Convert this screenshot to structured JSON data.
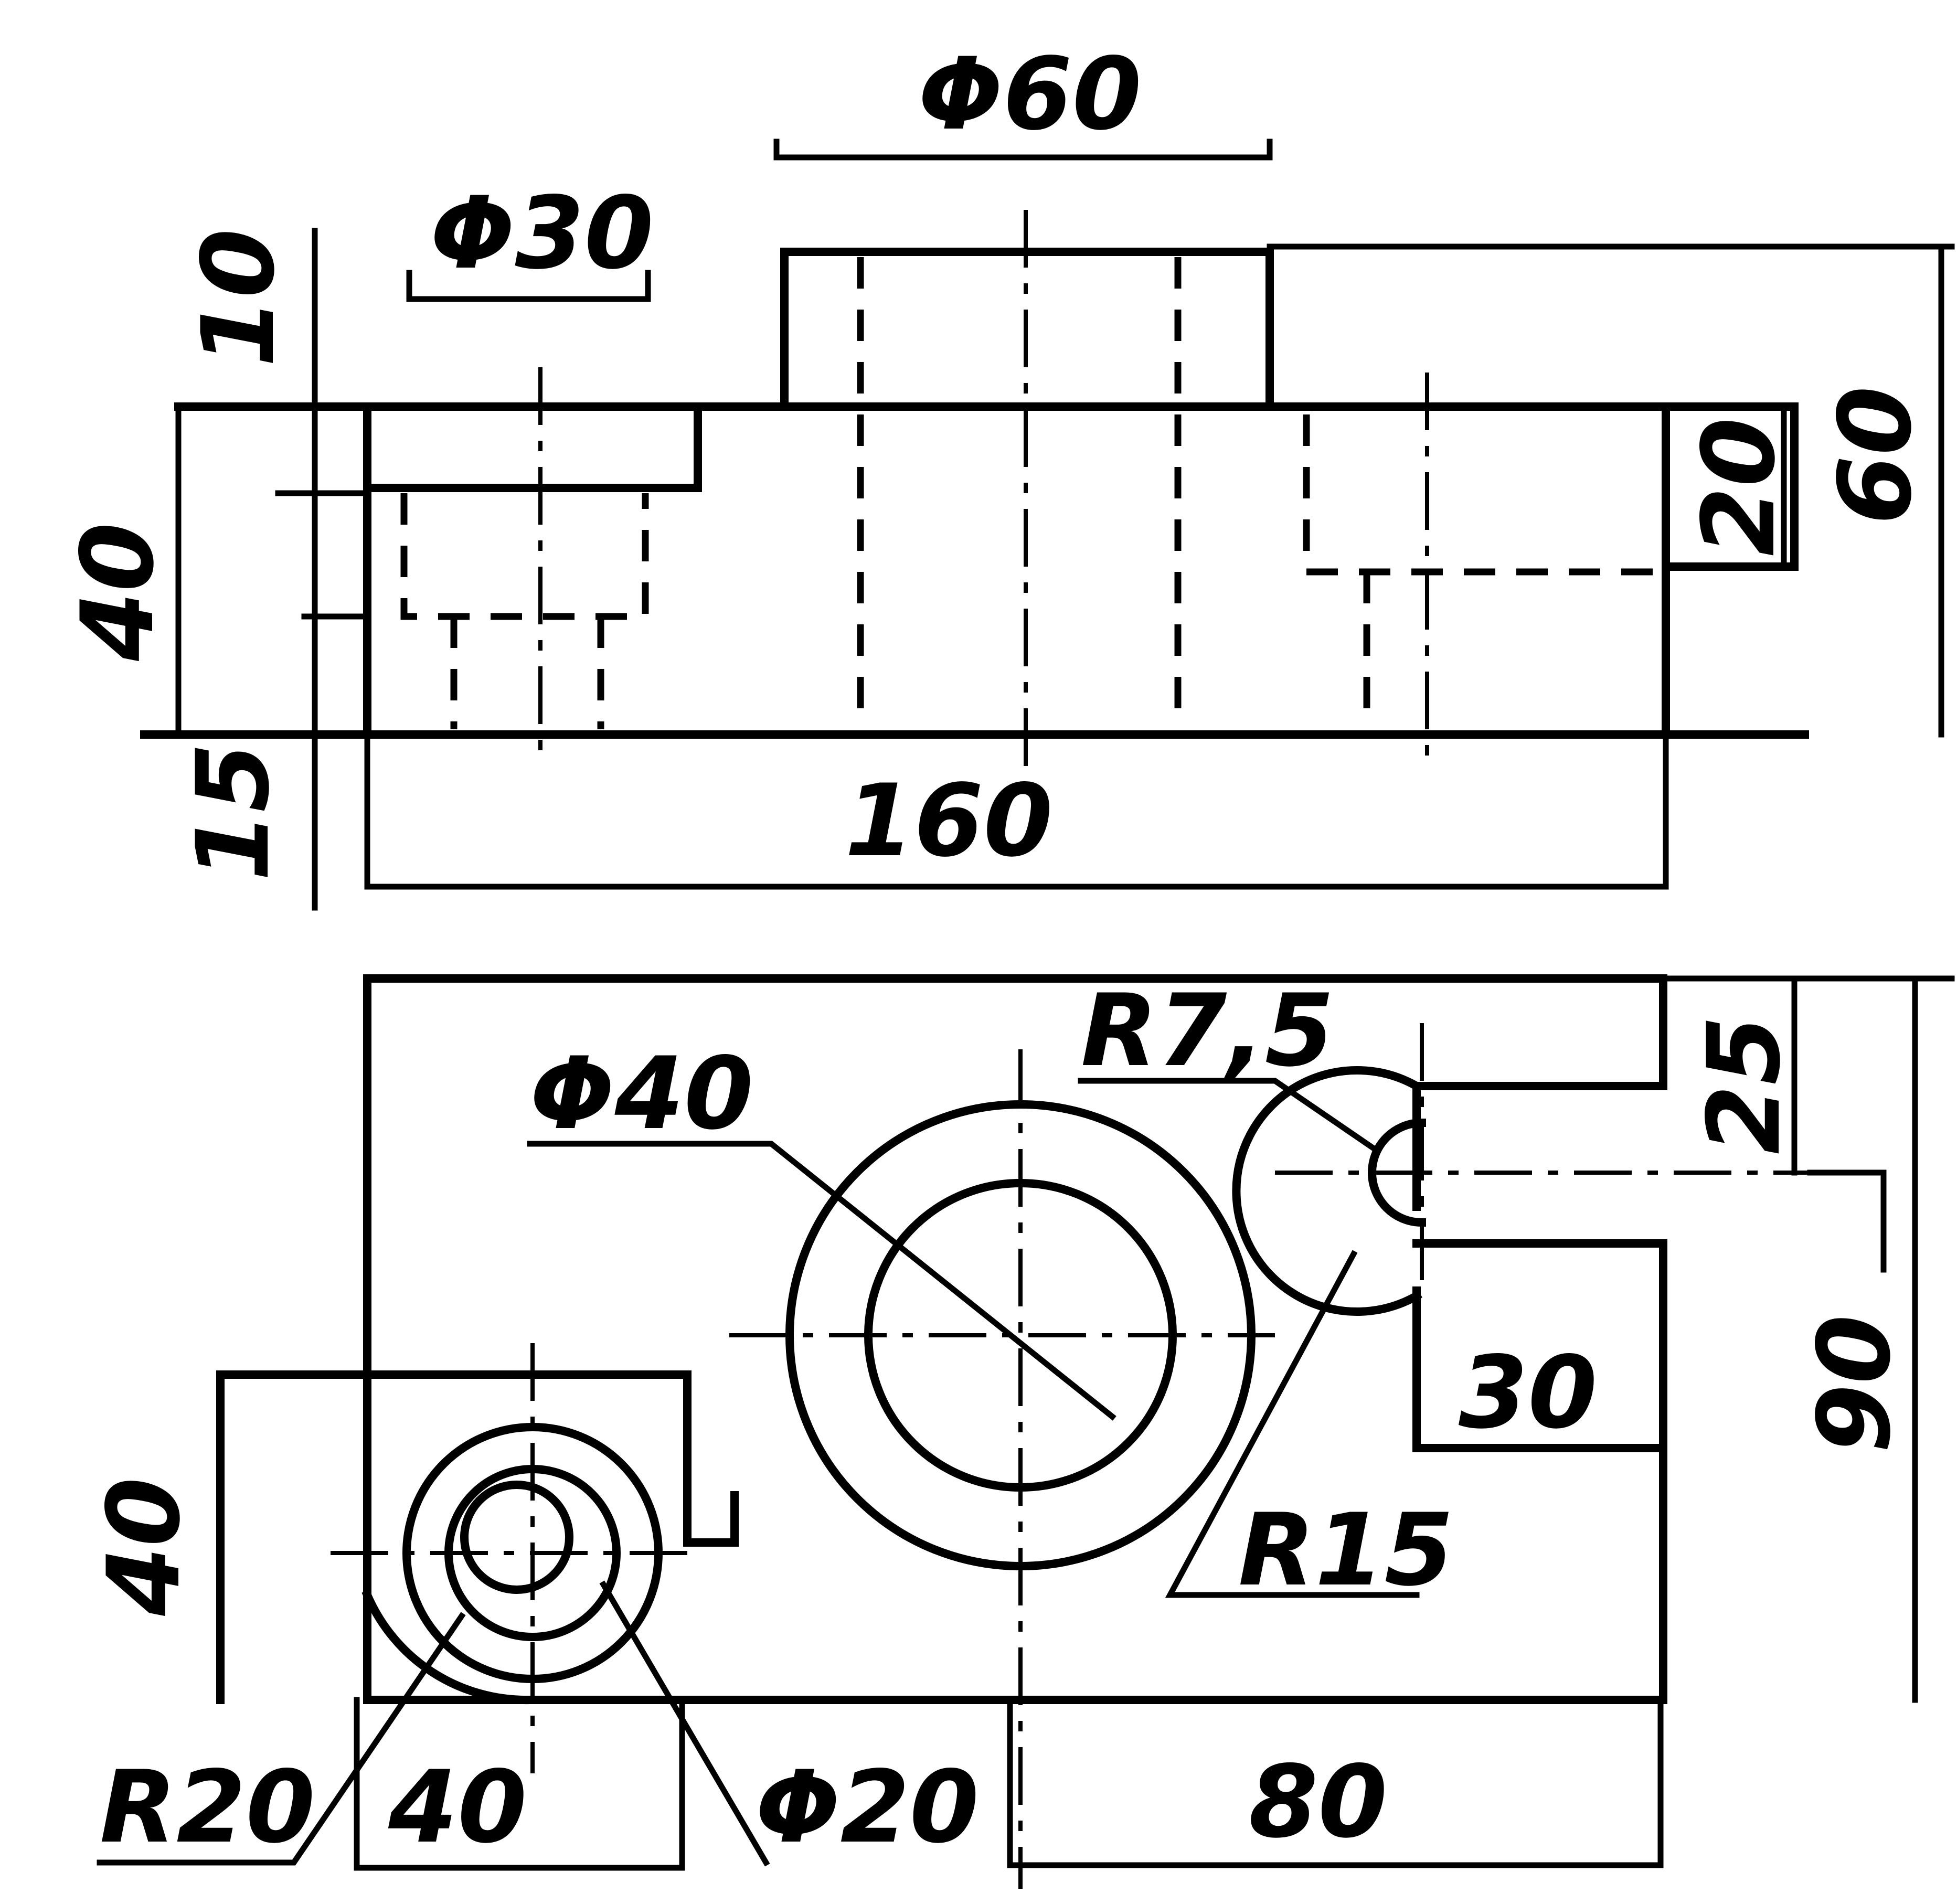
{
  "drawing": {
    "ink_color": "#000000",
    "paper_color": "#ffffff"
  },
  "front_view": {
    "dims": {
      "phi60": "Φ60",
      "phi30": "Φ30",
      "d10": "10",
      "d40": "40",
      "d15": "15",
      "d160": "160",
      "d20": "20",
      "d60": "60"
    }
  },
  "top_view": {
    "dims": {
      "phi40": "Φ40",
      "r75": "R7,5",
      "d25": "25",
      "d90": "90",
      "d30": "30",
      "r15": "R15",
      "d40": "40",
      "r20": "R20",
      "d40b": "40",
      "phi20": "Φ20",
      "d80": "80"
    }
  }
}
